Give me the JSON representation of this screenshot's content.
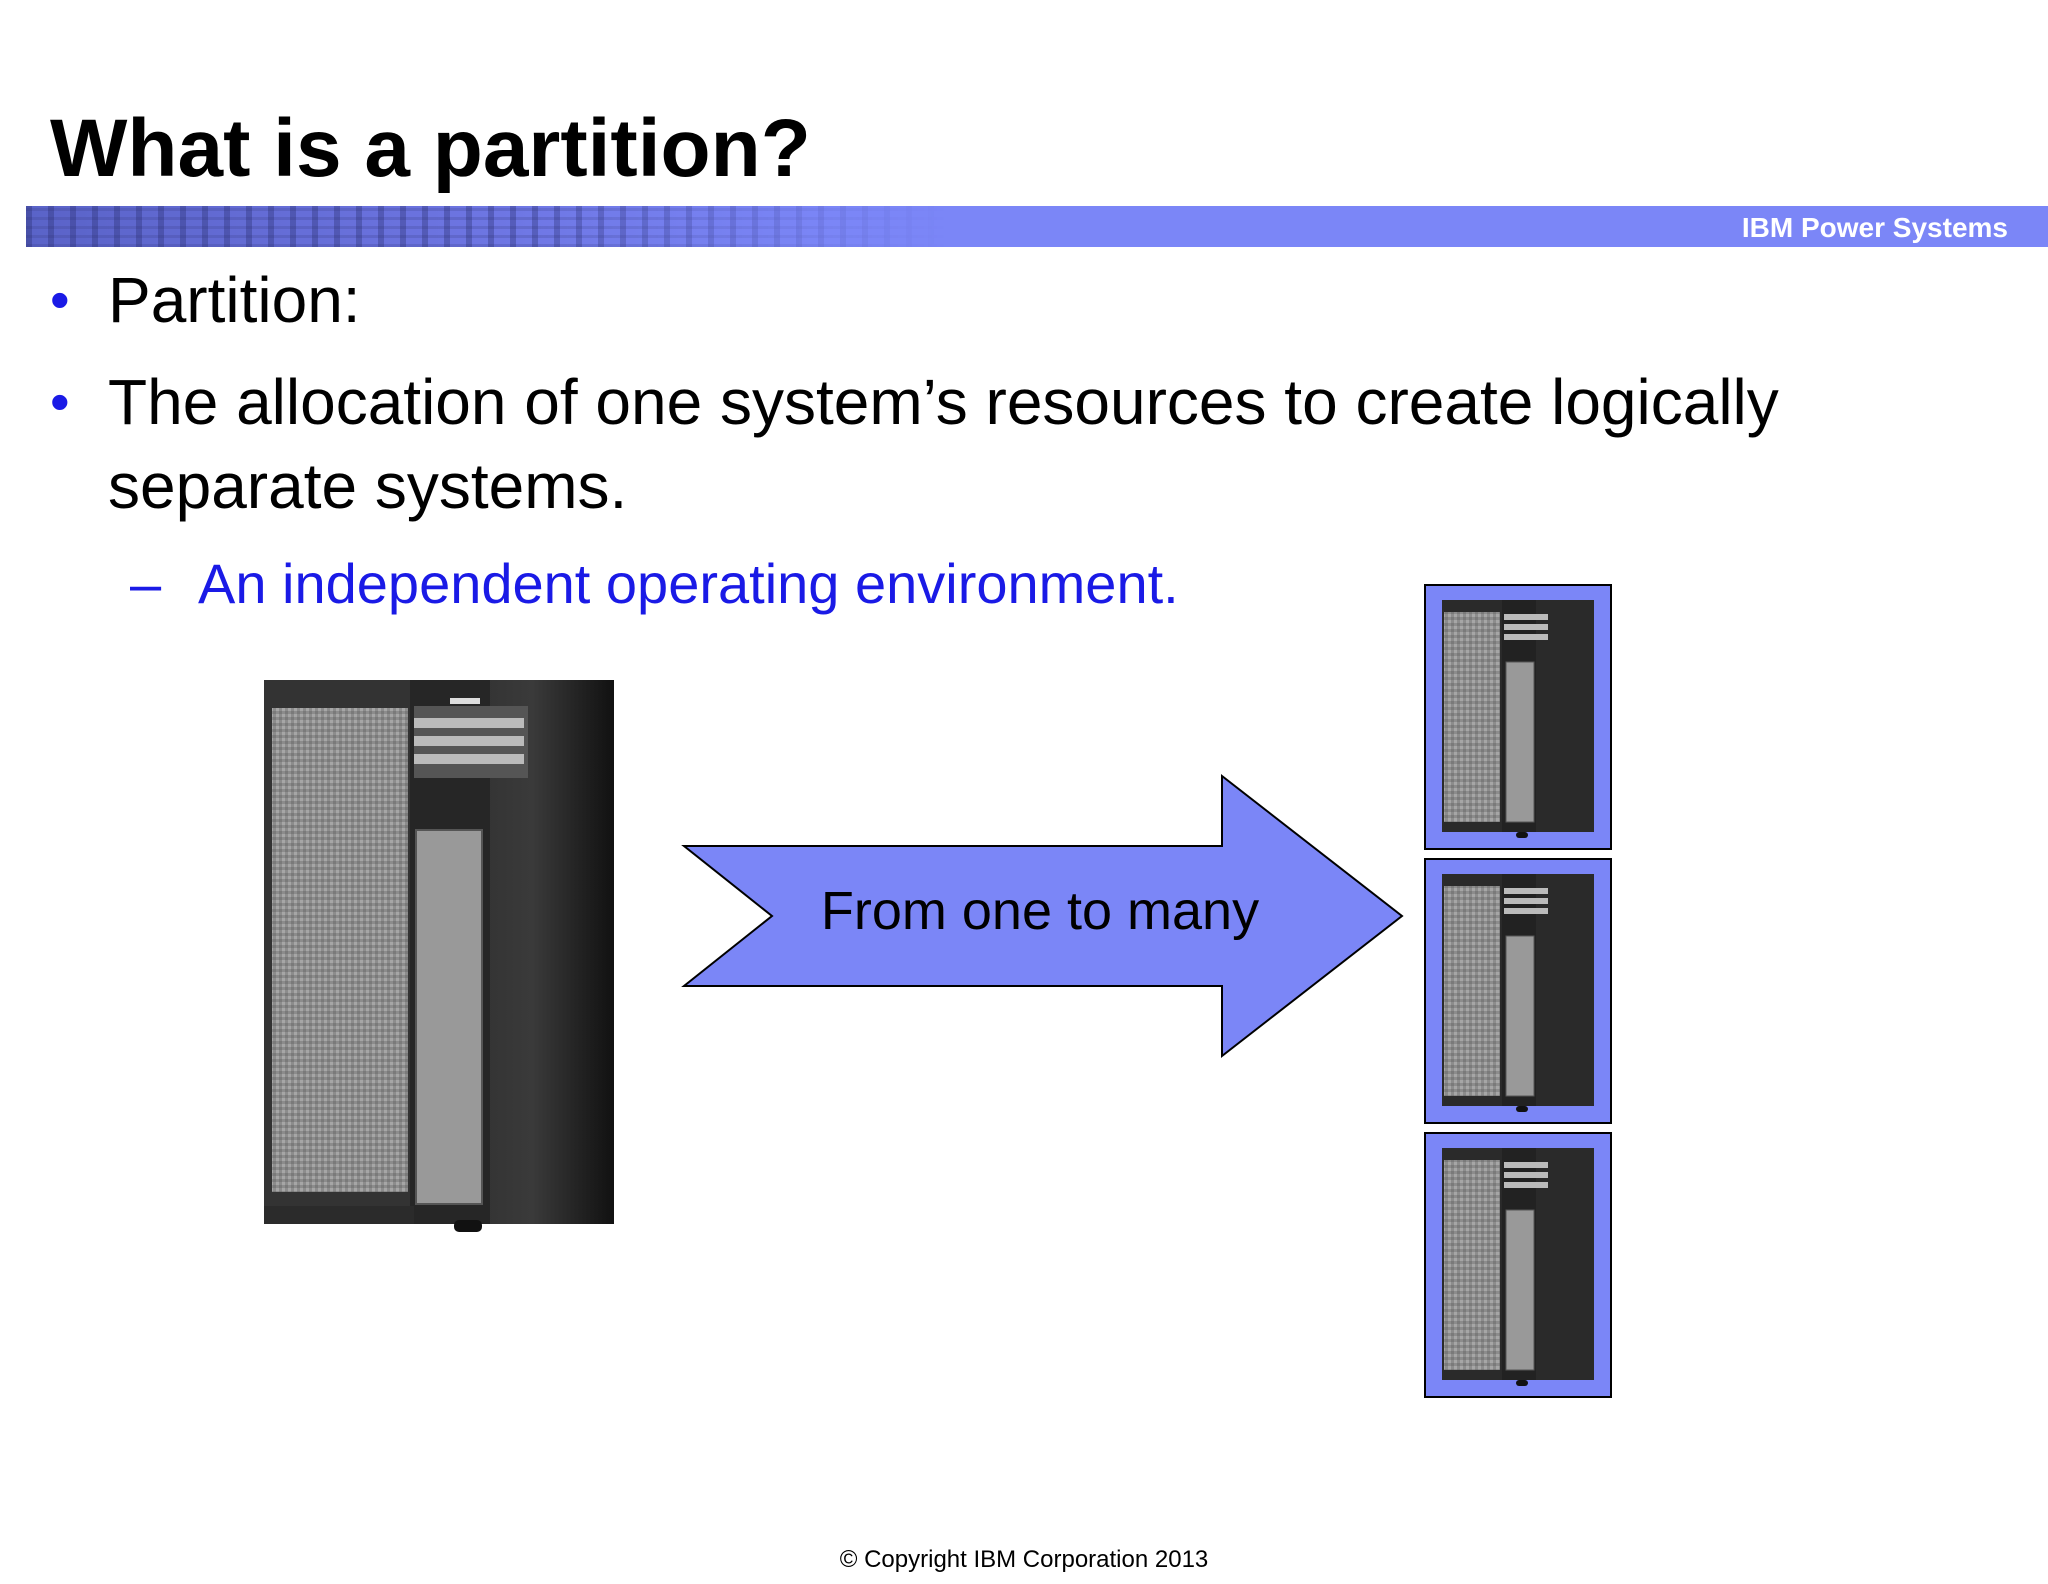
{
  "slide": {
    "title": "What is a partition?",
    "brand_label": "IBM Power Systems",
    "bullets": [
      {
        "text": "Partition:"
      },
      {
        "text": "The allocation of one system’s resources to create logically separate systems."
      }
    ],
    "sub_bullet": {
      "dash": "–",
      "text": "An independent operating environment."
    },
    "bullet_marker": "•",
    "arrow_label": "From one to many",
    "footer": "© Copyright IBM Corporation 2013"
  },
  "colors": {
    "accent_blue": "#1a1ae6",
    "banner_blue": "#7b86f7",
    "arrow_fill": "#7b86f7",
    "server_dark": "#1c1c1c"
  },
  "icons": [
    "large-server-icon",
    "small-server-icon"
  ]
}
